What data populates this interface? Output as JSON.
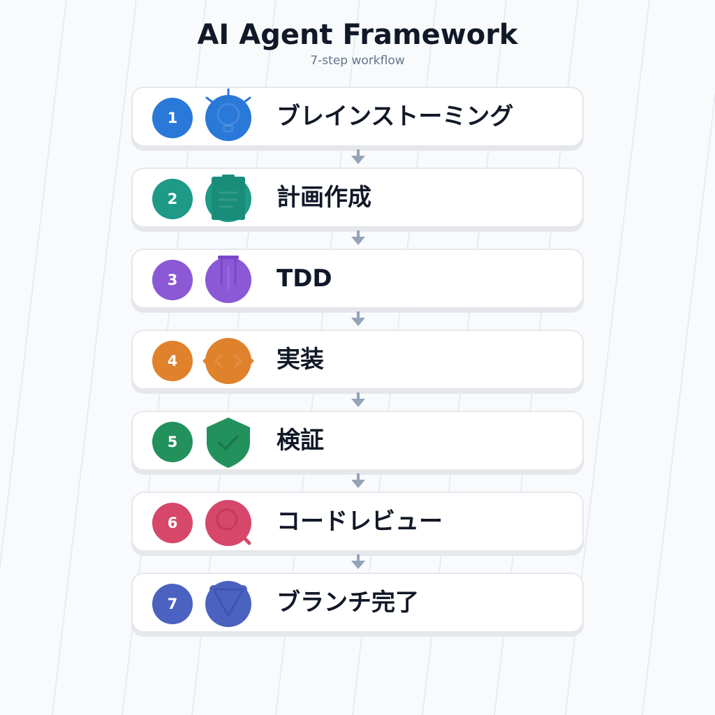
{
  "title": "AI Agent Framework",
  "subtitle": "7-step workflow",
  "steps": [
    {
      "number": "1",
      "label": "ブレインストーミング",
      "color": "#2a78d8",
      "icon": "lightbulb-icon"
    },
    {
      "number": "2",
      "label": "計画作成",
      "color": "#1e9a86",
      "icon": "clipboard-icon"
    },
    {
      "number": "3",
      "label": "TDD",
      "color": "#8b58d6",
      "icon": "test-tube-icon"
    },
    {
      "number": "4",
      "label": "実装",
      "color": "#e0812c",
      "icon": "code-icon"
    },
    {
      "number": "5",
      "label": "検証",
      "color": "#23915c",
      "icon": "shield-check-icon"
    },
    {
      "number": "6",
      "label": "コードレビュー",
      "color": "#d6476a",
      "icon": "magnifier-icon"
    },
    {
      "number": "7",
      "label": "ブランチ完了",
      "color": "#4b62c0",
      "icon": "merge-branch-icon"
    }
  ]
}
